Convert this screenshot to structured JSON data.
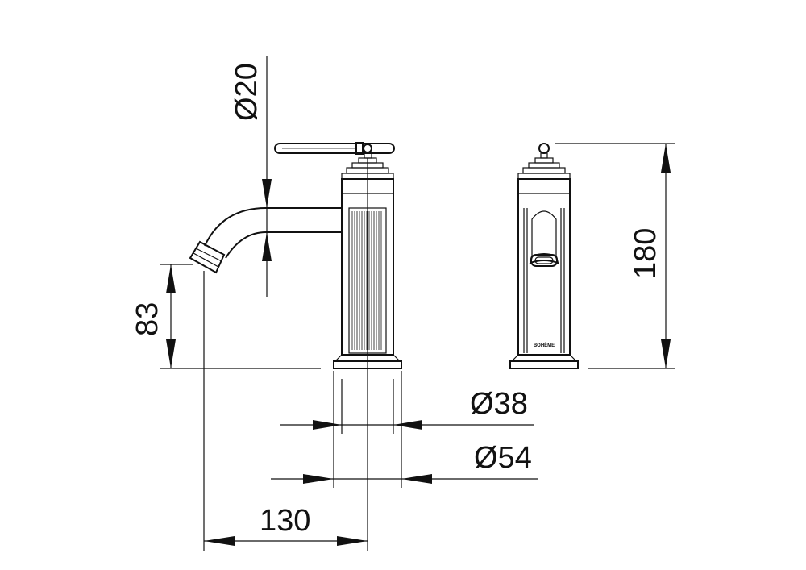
{
  "dimensions": {
    "outlet_diameter": "Ø20",
    "height_spout": "83",
    "total_height": "180",
    "body_diameter": "Ø38",
    "base_diameter": "Ø54",
    "projection": "130"
  },
  "brand": "BOHÈME",
  "colors": {
    "line": "#111111",
    "background": "#ffffff"
  }
}
